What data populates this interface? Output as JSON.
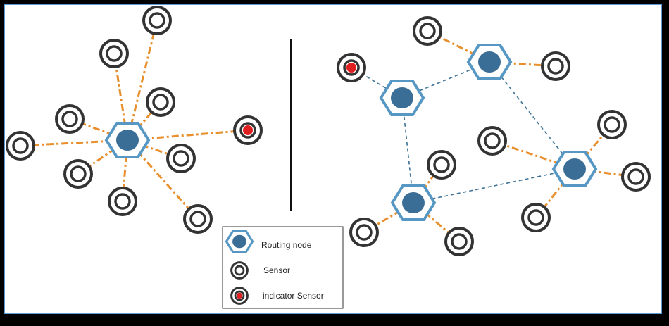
{
  "legend": {
    "routing_label": "Routing node",
    "sensor_label": "Sensor",
    "indicator_label": "indicator Sensor"
  },
  "colors": {
    "hex_fill": "#3b6e96",
    "hex_stroke": "#5797c4",
    "link_orange": "#e8902e",
    "link_blue": "#3d7296",
    "indicator_red": "#e02020",
    "divider": "#111111"
  },
  "icons": {
    "routing": "hexagon-icon",
    "sensor": "sensor-icon",
    "indicator": "indicator-sensor-icon"
  }
}
